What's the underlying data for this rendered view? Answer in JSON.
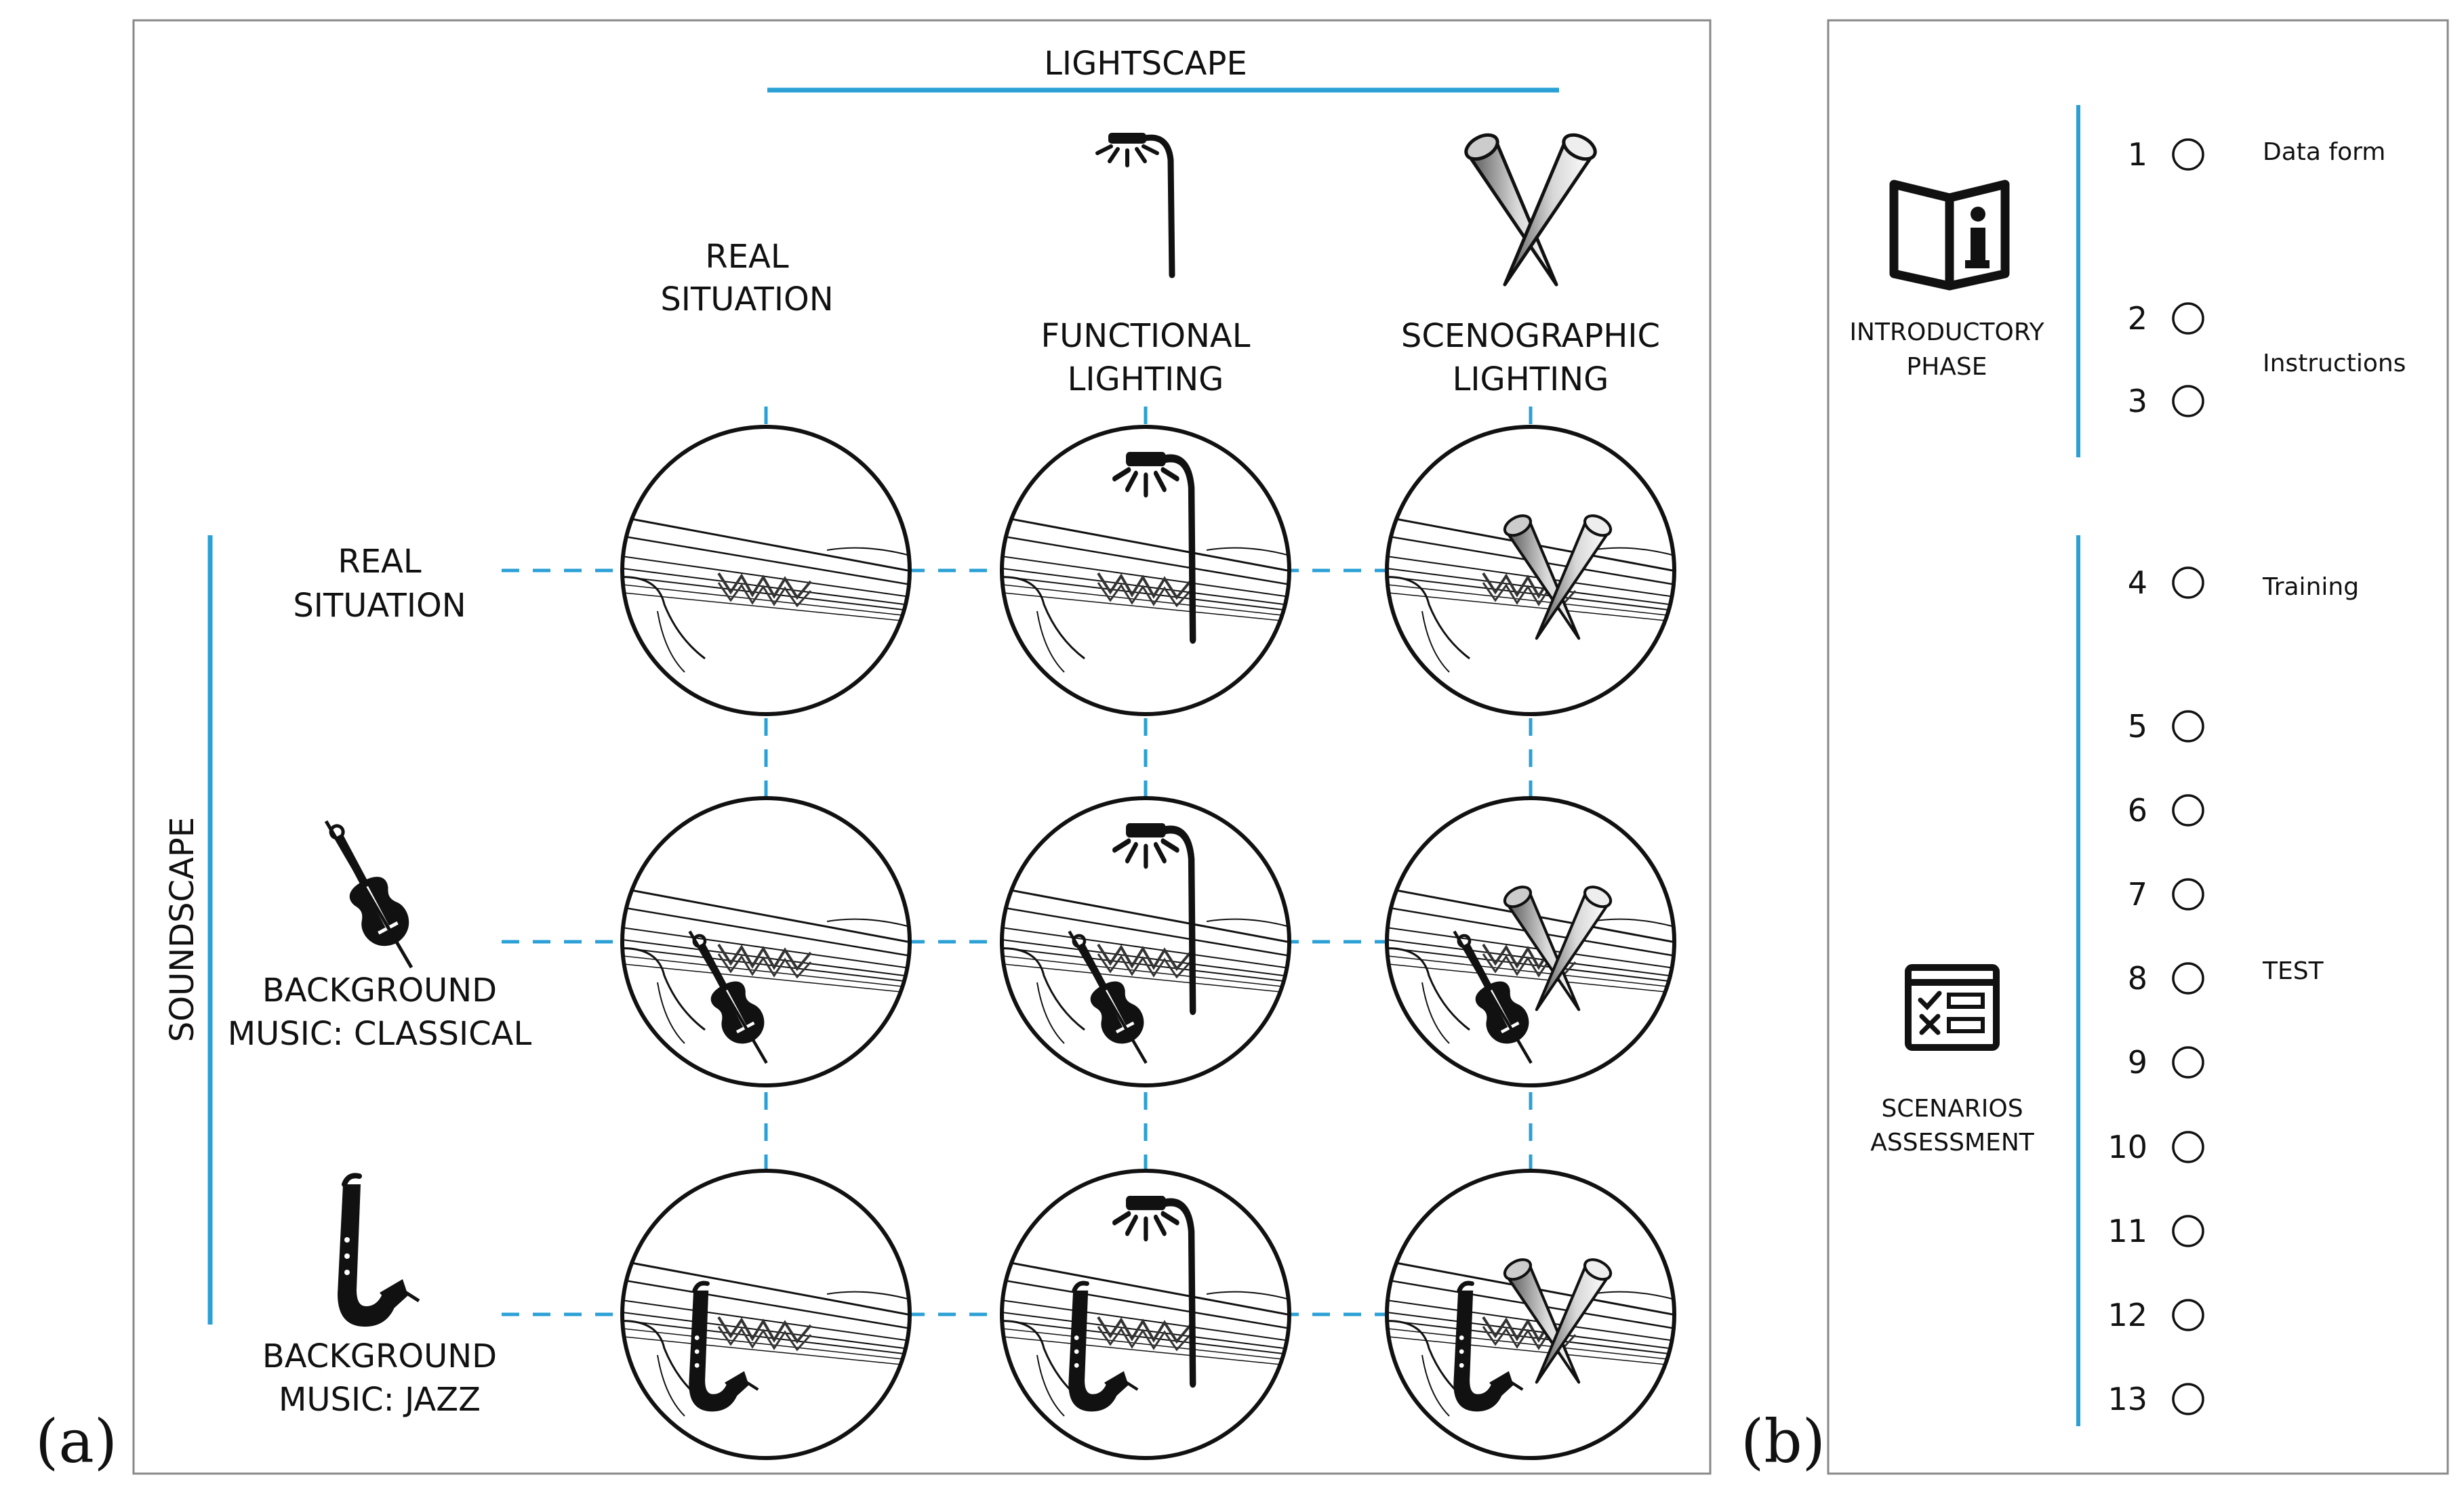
{
  "colors": {
    "accent": "#2aa0d6",
    "ink": "#111111",
    "frame": "#888888"
  },
  "panel_a": {
    "letter": "(a)",
    "lightscape": "LIGHTSCAPE",
    "soundscape": "SOUNDSCAPE",
    "columns": [
      {
        "line1": "REAL",
        "line2": "SITUATION",
        "icon": "none"
      },
      {
        "line1": "FUNCTIONAL",
        "line2": "LIGHTING",
        "icon": "street-lamp-icon"
      },
      {
        "line1": "SCENOGRAPHIC",
        "line2": "LIGHTING",
        "icon": "spotlight-cones-icon"
      }
    ],
    "rows": [
      {
        "line1": "REAL",
        "line2": "SITUATION",
        "icon": "none"
      },
      {
        "line1": "BACKGROUND",
        "line2": "MUSIC: CLASSICAL",
        "icon": "violin-icon"
      },
      {
        "line1": "BACKGROUND",
        "line2": "MUSIC: JAZZ",
        "icon": "saxophone-icon"
      }
    ]
  },
  "panel_b": {
    "letter": "(b)",
    "phases": [
      {
        "line1": "INTRODUCTORY",
        "line2": "PHASE",
        "icon": "info-book-icon"
      },
      {
        "line1": "SCENARIOS",
        "line2": "ASSESSMENT",
        "icon": "checklist-icon"
      }
    ],
    "steps": [
      "1",
      "2",
      "3",
      "4",
      "5",
      "6",
      "7",
      "8",
      "9",
      "10",
      "11",
      "12",
      "13"
    ],
    "step_labels": [
      "Data form",
      "Instructions",
      "Training",
      "TEST"
    ]
  }
}
